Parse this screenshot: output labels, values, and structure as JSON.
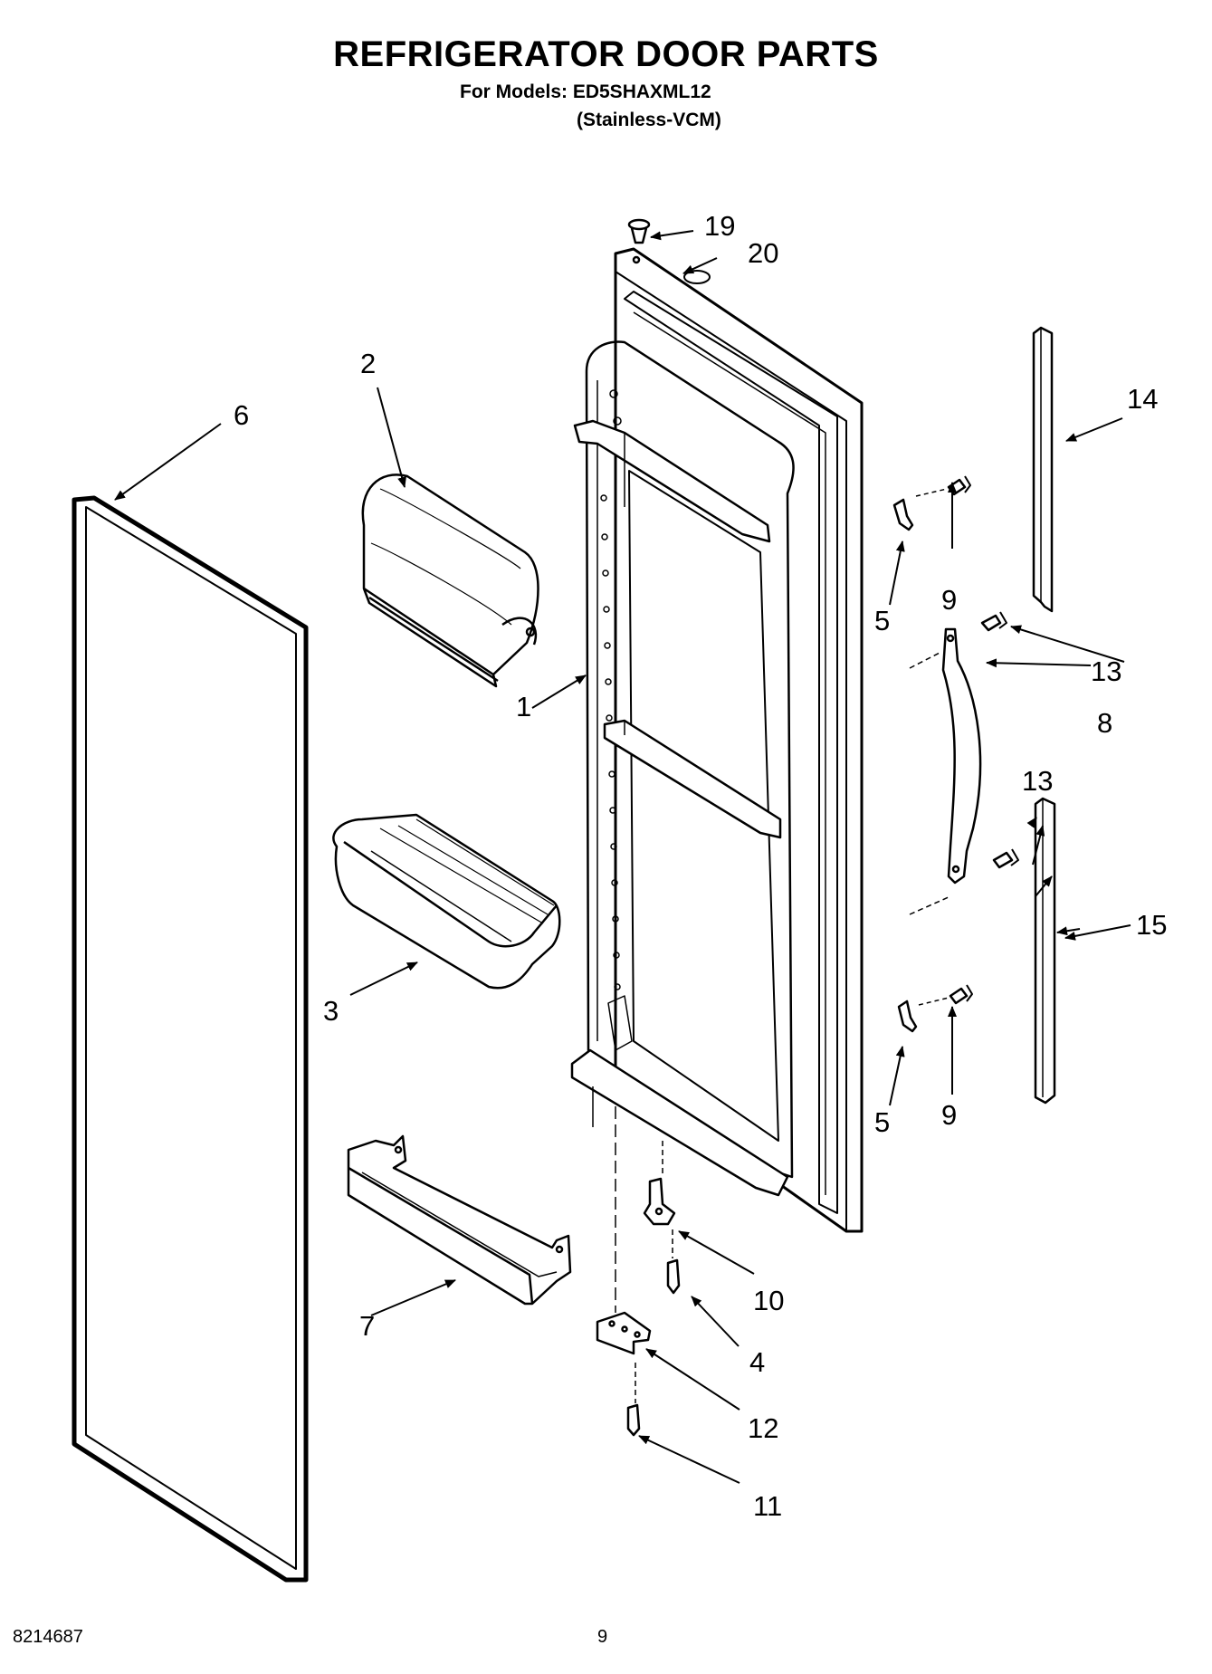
{
  "header": {
    "title": "REFRIGERATOR DOOR PARTS",
    "models": "For Models: ED5SHAXML12",
    "variant": "(Stainless-VCM)"
  },
  "callouts": [
    "1",
    "2",
    "3",
    "4",
    "5",
    "5",
    "6",
    "7",
    "8",
    "9",
    "9",
    "10",
    "11",
    "12",
    "13",
    "13",
    "14",
    "15",
    "19",
    "20"
  ],
  "footer": {
    "doc_number": "8214687",
    "page": "9"
  }
}
